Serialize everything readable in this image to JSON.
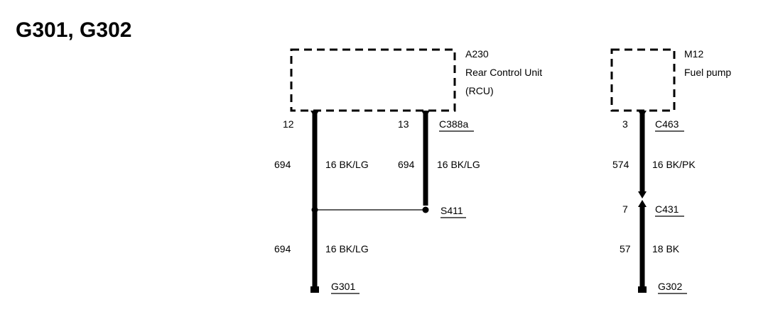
{
  "title": "G301, G302",
  "components": [
    {
      "id": "A230",
      "name": "Rear Control Unit",
      "abbrev": "(RCU)"
    },
    {
      "id": "M12",
      "name": "Fuel pump"
    }
  ],
  "connectors": {
    "c388a": {
      "label": "C388a",
      "pin_left": "12",
      "pin_right": "13"
    },
    "c463": {
      "label": "C463",
      "pin": "3"
    },
    "c431": {
      "label": "C431",
      "pin": "7"
    }
  },
  "wires": {
    "left_upper": {
      "circuit": "694",
      "spec": "16 BK/LG"
    },
    "right_upper": {
      "circuit": "694",
      "spec": "16 BK/LG"
    },
    "left_lower": {
      "circuit": "694",
      "spec": "16 BK/LG"
    },
    "fuel_upper": {
      "circuit": "574",
      "spec": "16 BK/PK"
    },
    "fuel_lower": {
      "circuit": "57",
      "spec": "18 BK"
    }
  },
  "splice": {
    "label": "S411"
  },
  "grounds": [
    {
      "label": "G301"
    },
    {
      "label": "G302"
    }
  ]
}
